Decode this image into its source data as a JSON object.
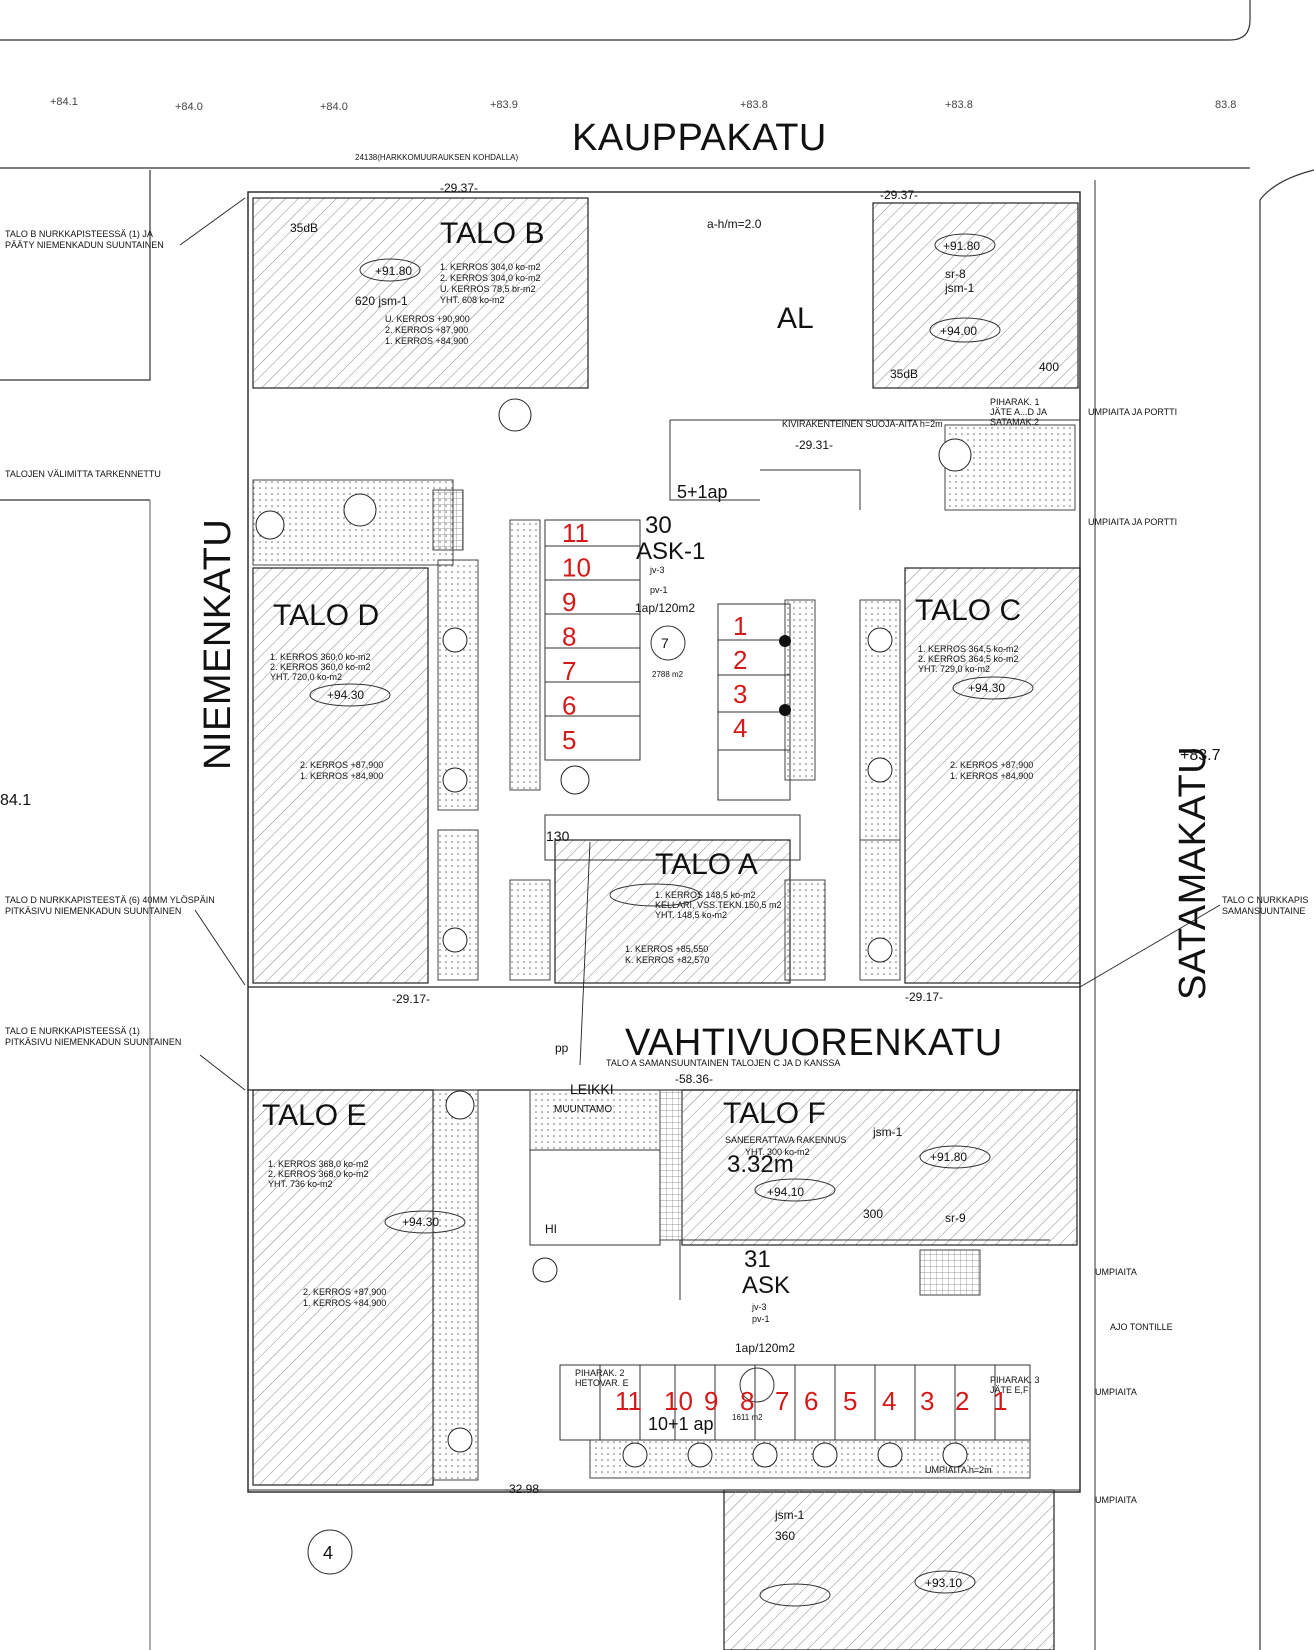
{
  "streets": {
    "kauppakatu": "KAUPPAKATU",
    "vahtivuorenkatu": "VAHTIVUORENKATU",
    "niemenkatu": "NIEMENKATU",
    "satamakatu": "SATAMAKATU"
  },
  "buildings": {
    "b": {
      "name": "TALO B",
      "areas": [
        "1. KERROS   304,0 ko-m2",
        "2. KERROS   304,0 ko-m2",
        "U. KERROS    78,5 br-m2",
        "YHT.          608 ko-m2"
      ],
      "levels": [
        "U. KERROS +90,900",
        "2. KERROS +87,900",
        "1. KERROS +84,900"
      ],
      "elev": "+91.80",
      "jsm": "620   jsm-1",
      "db": "35dB"
    },
    "al": {
      "name": "AL",
      "ahm": "a-h/m=2.0",
      "elev1": "+91.80",
      "sr": "sr-8",
      "jsm": "jsm-1",
      "elev2": "+94.00",
      "n400": "400",
      "db": "35dB"
    },
    "d": {
      "name": "TALO D",
      "areas": [
        "1. KERROS 360,0 ko-m2",
        "2. KERROS 360,0 ko-m2",
        "YHT.        720,0 ko-m2"
      ],
      "elev": "+94.30",
      "levels": [
        "2. KERROS +87,900",
        "1. KERROS +84,900"
      ]
    },
    "c": {
      "name": "TALO C",
      "areas": [
        "1. KERROS 364,5 ko-m2",
        "2. KERROS 364,5 ko-m2",
        "YHT.        729,0 ko-m2"
      ],
      "elev": "+94.30",
      "levels": [
        "2. KERROS +87,900",
        "1. KERROS +84,900"
      ]
    },
    "a": {
      "name": "TALO A",
      "areas": [
        "1. KERROS 148,5 ko-m2",
        "KELLARI, VSS.TEKN.150,5 m2",
        "YHT.   148,5 ko-m2"
      ],
      "levels": [
        "1. KERROS +85,550",
        "K. KERROS +82,570"
      ]
    },
    "e": {
      "name": "TALO E",
      "areas": [
        "1. KERROS 368,0 ko-m2",
        "2. KERROS 368,0 ko-m2",
        "YHT.        736 ko-m2"
      ],
      "elev": "+94.30",
      "levels": [
        "2. KERROS +87,900",
        "1. KERROS +84,900"
      ]
    },
    "f": {
      "name": "TALO F",
      "desc": "SANEERATTAVA RAKENNUS",
      "yht": "YHT. 300 ko-m2",
      "height": "3.32m",
      "elev1": "+94.10",
      "elev2": "+91.80",
      "jsm": "jsm-1",
      "sr": "sr-9",
      "n300": "300"
    }
  },
  "blocks": {
    "b30": {
      "number": "30",
      "use": "ASK-1",
      "jv": "jv-3",
      "pv": "pv-1",
      "ap": "1ap/120m2",
      "circle": "7",
      "area": "2788 m2",
      "parking": "5+1ap"
    },
    "b31": {
      "number": "31",
      "use": "ASK",
      "jv": "jv-3",
      "pv": "pv-1",
      "ap": "1ap/120m2",
      "parking": "10+1 ap",
      "area": "1611 m2",
      "leikki": "LEIKKI",
      "muuntamo": "MUUNTAMO",
      "hi": "HI"
    },
    "pp": "pp",
    "b130": "130",
    "n360": "360",
    "jsm_bottom": "jsm-1",
    "e93_10": "+93.10",
    "circle4": "4"
  },
  "parking": {
    "left_column": [
      "11",
      "10",
      "9",
      "8",
      "7",
      "6",
      "5"
    ],
    "right_column": [
      "1",
      "2",
      "3",
      "4"
    ],
    "bottom_row": [
      "11",
      "10",
      "9",
      "8",
      "7",
      "6",
      "5",
      "4",
      "3",
      "2",
      "1"
    ],
    "color": "#d31a1a"
  },
  "notes": {
    "talo_b": [
      "TALO B NURKKAPISTEESSÄ (1) JA",
      "PÄÄTY NIEMENKADUN SUUNTAINEN"
    ],
    "talojen_valimitta": "TALOJEN VÄLIMITTA TARKENNETTU",
    "talo_d": [
      "TALO D NURKKAPISTEESTÄ (6) 40MM YLÖSPÄIN",
      "PITKÄSIVU NIEMENKADUN SUUNTAINEN"
    ],
    "talo_e": [
      "TALO E NURKKAPISTEESSÄ (1)",
      "PITKÄSIVU NIEMENKADUN SUUNTAINEN"
    ],
    "talo_c": [
      "TALO C NURKKAPIS",
      "SAMANSUUNTAINE"
    ],
    "talo_a": "TALO A SAMANSUUNTAINEN TALOJEN C JA D KANSSA",
    "suoja_aita": "KIVIRAKENTEINEN SUOJA-AITA h=2m",
    "piharak_1": [
      "PIHARAK. 1",
      "JÄTE A...D JA",
      "SATAMAK.2"
    ],
    "umpiaita_portti": "UMPIAITA JA PORTTI",
    "umpiaita": "UMPIAITA",
    "ajo_tontille": "AJO TONTILLE",
    "piharak_2": [
      "PIHARAK. 2",
      "HETOVAR. E"
    ],
    "piharak_3": [
      "PIHARAK. 3",
      "JÄTE E,F"
    ],
    "umpiaita_h2m": "UMPIAITA h=2m"
  },
  "elevations": {
    "e83_7": "+83.7",
    "e84_1": "84.1",
    "top": [
      "+84.1",
      "+84.0",
      "+84.0",
      "+83.9",
      "+83.8",
      "+83.8",
      "83.8"
    ]
  },
  "dimensions": {
    "kauppakatu": "24138(HARKKOMUURAUKSEN KOHDALLA)",
    "d29_37": "-29.37-",
    "d29_31": "-29.31-",
    "d29_17": "-29.17-",
    "d58_36": "-58.36-",
    "d32_98": "-32.98-"
  }
}
